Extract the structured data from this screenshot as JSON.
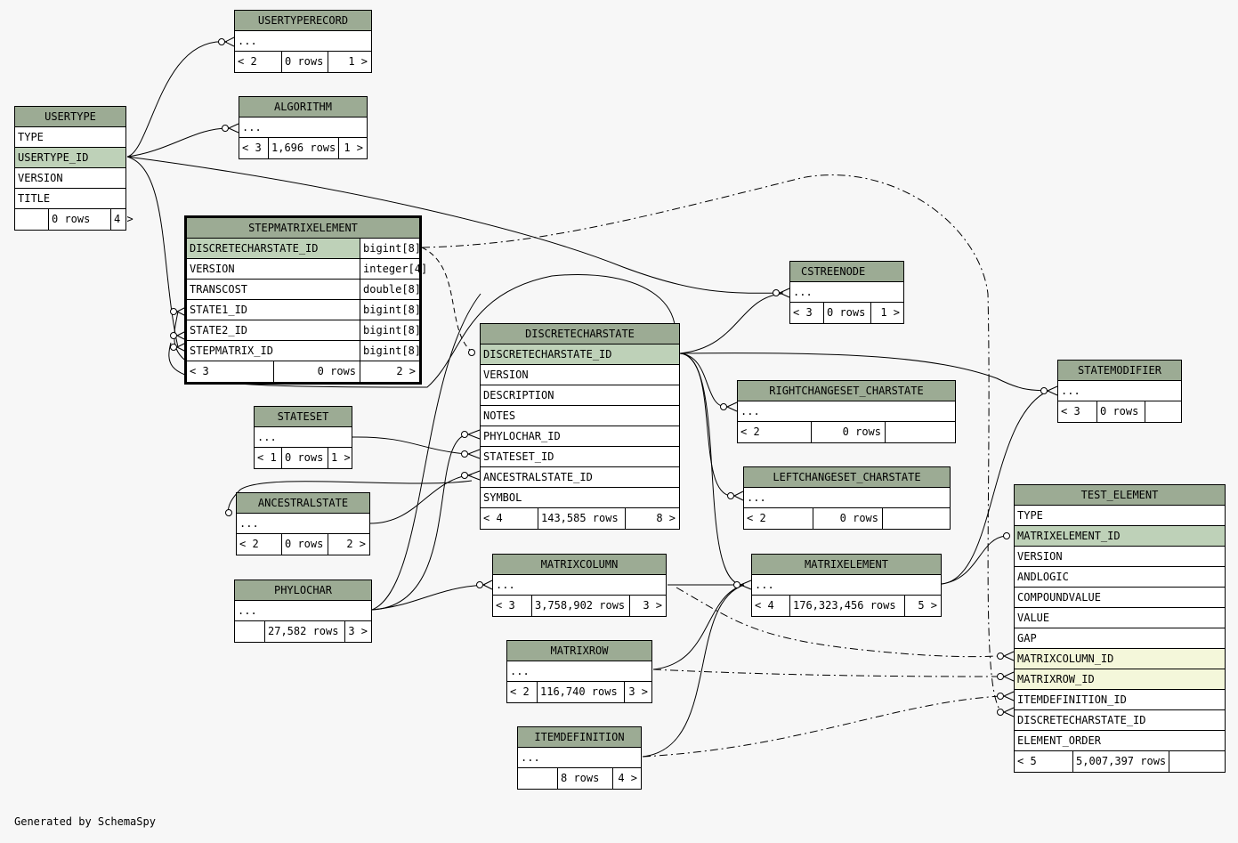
{
  "footer": "Generated by SchemaSpy",
  "tables": {
    "usertyperecord": {
      "name": "USERTYPERECORD",
      "cols": [
        "..."
      ],
      "nav": {
        "left": "< 2",
        "rows": "0 rows",
        "right": "1 >"
      }
    },
    "algorithm": {
      "name": "ALGORITHM",
      "cols": [
        "..."
      ],
      "nav": {
        "left": "< 3",
        "rows": "1,696 rows",
        "right": "1 >"
      }
    },
    "usertype": {
      "name": "USERTYPE",
      "cols": [
        "TYPE",
        "USERTYPE_ID",
        "VERSION",
        "TITLE"
      ],
      "nav": {
        "left": "",
        "rows": "0 rows",
        "right": "4 >"
      }
    },
    "stepmatrixelement": {
      "name": "STEPMATRIXELEMENT",
      "cols": [
        {
          "n": "DISCRETECHARSTATE_ID",
          "t": "bigint[8]"
        },
        {
          "n": "VERSION",
          "t": "integer[4]"
        },
        {
          "n": "TRANSCOST",
          "t": "double[8]"
        },
        {
          "n": "STATE1_ID",
          "t": "bigint[8]"
        },
        {
          "n": "STATE2_ID",
          "t": "bigint[8]"
        },
        {
          "n": "STEPMATRIX_ID",
          "t": "bigint[8]"
        }
      ],
      "nav": {
        "left": "< 3",
        "rows": "0 rows",
        "right": "2 >"
      }
    },
    "cstreenode": {
      "name": "CSTREENODE",
      "cols": [
        "..."
      ],
      "nav": {
        "left": "< 3",
        "rows": "0 rows",
        "right": "1 >"
      }
    },
    "discretecharstate": {
      "name": "DISCRETECHARSTATE",
      "cols": [
        "DISCRETECHARSTATE_ID",
        "VERSION",
        "DESCRIPTION",
        "NOTES",
        "PHYLOCHAR_ID",
        "STATESET_ID",
        "ANCESTRALSTATE_ID",
        "SYMBOL"
      ],
      "nav": {
        "left": "< 4",
        "rows": "143,585 rows",
        "right": "8 >"
      }
    },
    "statemodifier": {
      "name": "STATEMODIFIER",
      "cols": [
        "..."
      ],
      "nav": {
        "left": "< 3",
        "rows": "0 rows",
        "right": ""
      }
    },
    "rightchangeset": {
      "name": "RIGHTCHANGESET_CHARSTATE",
      "cols": [
        "..."
      ],
      "nav": {
        "left": "< 2",
        "rows": "0 rows",
        "right": ""
      }
    },
    "stateset": {
      "name": "STATESET",
      "cols": [
        "..."
      ],
      "nav": {
        "left": "< 1",
        "rows": "0 rows",
        "right": "1 >"
      }
    },
    "leftchangeset": {
      "name": "LEFTCHANGESET_CHARSTATE",
      "cols": [
        "..."
      ],
      "nav": {
        "left": "< 2",
        "rows": "0 rows",
        "right": ""
      }
    },
    "ancestralstate": {
      "name": "ANCESTRALSTATE",
      "cols": [
        "..."
      ],
      "nav": {
        "left": "< 2",
        "rows": "0 rows",
        "right": "2 >"
      }
    },
    "test_element": {
      "name": "TEST_ELEMENT",
      "cols": [
        "TYPE",
        "MATRIXELEMENT_ID",
        "VERSION",
        "ANDLOGIC",
        "COMPOUNDVALUE",
        "VALUE",
        "GAP",
        "MATRIXCOLUMN_ID",
        "MATRIXROW_ID",
        "ITEMDEFINITION_ID",
        "DISCRETECHARSTATE_ID",
        "ELEMENT_ORDER"
      ],
      "nav": {
        "left": "< 5",
        "rows": "5,007,397 rows",
        "right": ""
      }
    },
    "matrixcolumn": {
      "name": "MATRIXCOLUMN",
      "cols": [
        "..."
      ],
      "nav": {
        "left": "< 3",
        "rows": "3,758,902 rows",
        "right": "3 >"
      }
    },
    "matrixelement": {
      "name": "MATRIXELEMENT",
      "cols": [
        "..."
      ],
      "nav": {
        "left": "< 4",
        "rows": "176,323,456 rows",
        "right": "5 >"
      }
    },
    "phylochar": {
      "name": "PHYLOCHAR",
      "cols": [
        "..."
      ],
      "nav": {
        "left": "",
        "rows": "27,582 rows",
        "right": "3 >"
      }
    },
    "matrixrow": {
      "name": "MATRIXROW",
      "cols": [
        "..."
      ],
      "nav": {
        "left": "< 2",
        "rows": "116,740 rows",
        "right": "3 >"
      }
    },
    "itemdefinition": {
      "name": "ITEMDEFINITION",
      "cols": [
        "..."
      ],
      "nav": {
        "left": "",
        "rows": "8 rows",
        "right": "4 >"
      }
    }
  }
}
